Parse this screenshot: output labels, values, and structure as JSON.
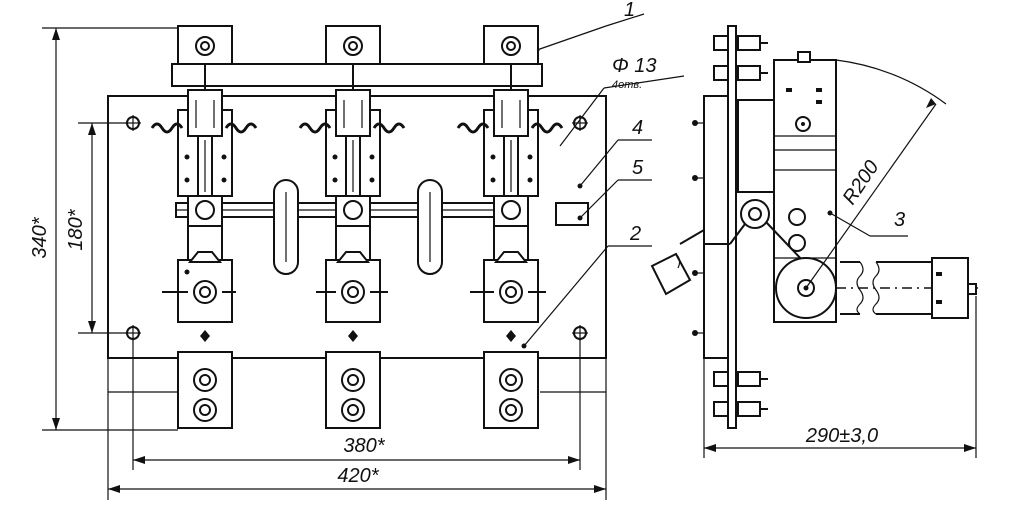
{
  "dimensions": {
    "height_overall": "340*",
    "height_holes": "180*",
    "width_holes": "380*",
    "width_overall": "420*",
    "depth": "290±3,0",
    "radius": "R200",
    "hole_diameter": "Φ 13",
    "hole_count": "4отв."
  },
  "callouts": {
    "c1": "1",
    "c2": "2",
    "c3": "3",
    "c4": "4",
    "c5": "5"
  }
}
